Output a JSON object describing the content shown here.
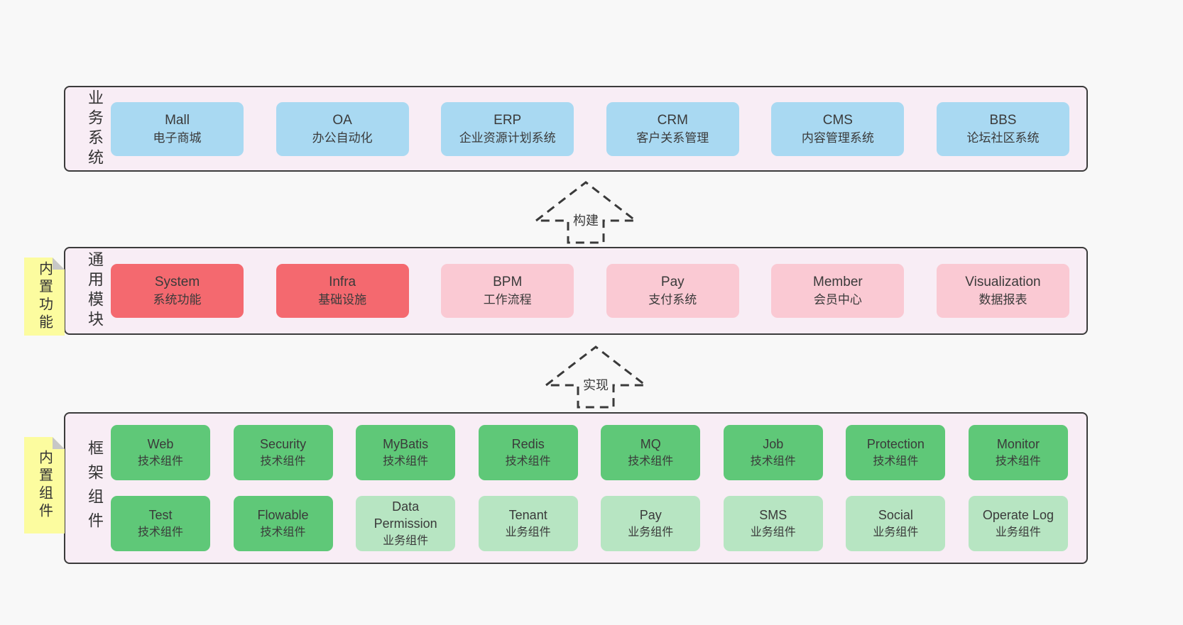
{
  "colors": {
    "page_bg": "#f8f8f8",
    "band_bg": "#f8edf5",
    "band_border": "#3b3b3b",
    "box_blue": "#a9d9f2",
    "box_red": "#f4696f",
    "box_pink": "#fac9d3",
    "box_green": "#5fc878",
    "box_light_green": "#b7e5c2",
    "note_yellow": "#fcfc9f",
    "note_fold_gray": "#c7c7c7",
    "text": "#3a3a3a"
  },
  "bands": [
    {
      "label": "业务系统",
      "boxes": [
        {
          "title": "Mall",
          "subtitle": "电子商城"
        },
        {
          "title": "OA",
          "subtitle": "办公自动化"
        },
        {
          "title": "ERP",
          "subtitle": "企业资源计划系统"
        },
        {
          "title": "CRM",
          "subtitle": "客户关系管理"
        },
        {
          "title": "CMS",
          "subtitle": "内容管理系统"
        },
        {
          "title": "BBS",
          "subtitle": "论坛社区系统"
        }
      ]
    },
    {
      "label": "通用模块",
      "note": "内置功能",
      "boxes": [
        {
          "title": "System",
          "subtitle": "系统功能"
        },
        {
          "title": "Infra",
          "subtitle": "基础设施"
        },
        {
          "title": "BPM",
          "subtitle": "工作流程"
        },
        {
          "title": "Pay",
          "subtitle": "支付系统"
        },
        {
          "title": "Member",
          "subtitle": "会员中心"
        },
        {
          "title": "Visualization",
          "subtitle": "数据报表"
        }
      ]
    },
    {
      "label": "框架组件",
      "note": "内置组件",
      "rows": [
        [
          {
            "title": "Web",
            "subtitle": "技术组件"
          },
          {
            "title": "Security",
            "subtitle": "技术组件"
          },
          {
            "title": "MyBatis",
            "subtitle": "技术组件"
          },
          {
            "title": "Redis",
            "subtitle": "技术组件"
          },
          {
            "title": "MQ",
            "subtitle": "技术组件"
          },
          {
            "title": "Job",
            "subtitle": "技术组件"
          },
          {
            "title": "Protection",
            "subtitle": "技术组件"
          },
          {
            "title": "Monitor",
            "subtitle": "技术组件"
          }
        ],
        [
          {
            "title": "Test",
            "subtitle": "技术组件"
          },
          {
            "title": "Flowable",
            "subtitle": "技术组件"
          },
          {
            "title": "Data Permission",
            "subtitle": "业务组件"
          },
          {
            "title": "Tenant",
            "subtitle": "业务组件"
          },
          {
            "title": "Pay",
            "subtitle": "业务组件"
          },
          {
            "title": "SMS",
            "subtitle": "业务组件"
          },
          {
            "title": "Social",
            "subtitle": "业务组件"
          },
          {
            "title": "Operate Log",
            "subtitle": "业务组件"
          }
        ]
      ]
    }
  ],
  "arrows": [
    {
      "label": "构建"
    },
    {
      "label": "实现"
    }
  ]
}
